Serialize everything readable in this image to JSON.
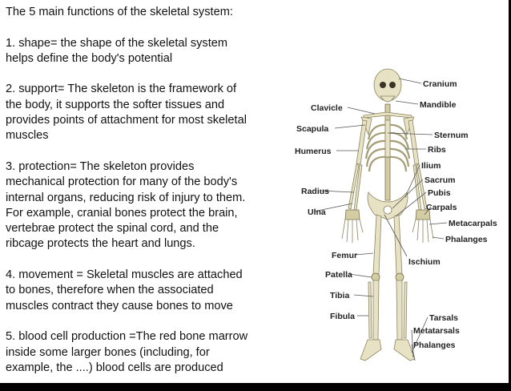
{
  "text": {
    "heading": "The 5 main functions of the skeletal system:",
    "items": [
      "1. shape= the shape of the skeletal system\nhelps define the body's potential",
      "2. support= The skeleton is the framework of\nthe body, it supports the softer tissues and\nprovides points of attachment for most skeletal\nmuscles",
      "3. protection= The skeleton provides\nmechanical protection for many of the body's\ninternal organs, reducing risk of injury to them.\nFor example, cranial bones protect the brain,\nvertebrae protect the spinal cord, and the\nribcage protects the heart and lungs.",
      "4. movement = Skeletal muscles are attached\nto bones, therefore when the associated\nmuscles contract they cause bones to move",
      "5. blood cell production =The red bone marrow\ninside some larger bones (including, for\nexample, the ....) blood cells are produced"
    ]
  },
  "figure": {
    "labels": {
      "cranium": "Cranium",
      "mandible": "Mandible",
      "clavicle": "Clavicle",
      "scapula": "Scapula",
      "sternum": "Sternum",
      "ribs": "Ribs",
      "humerus": "Humerus",
      "ilium": "Ilium",
      "sacrum": "Sacrum",
      "radius": "Radius",
      "pubis": "Pubis",
      "ulna": "Ulna",
      "carpals": "Carpals",
      "metacarpals": "Metacarpals",
      "phalanges_hand": "Phalanges",
      "femur": "Femur",
      "ischium": "Ischium",
      "patella": "Patella",
      "tibia": "Tibia",
      "fibula": "Fibula",
      "tarsals": "Tarsals",
      "metatarsals": "Metatarsals",
      "phalanges_foot": "Phalanges"
    }
  }
}
